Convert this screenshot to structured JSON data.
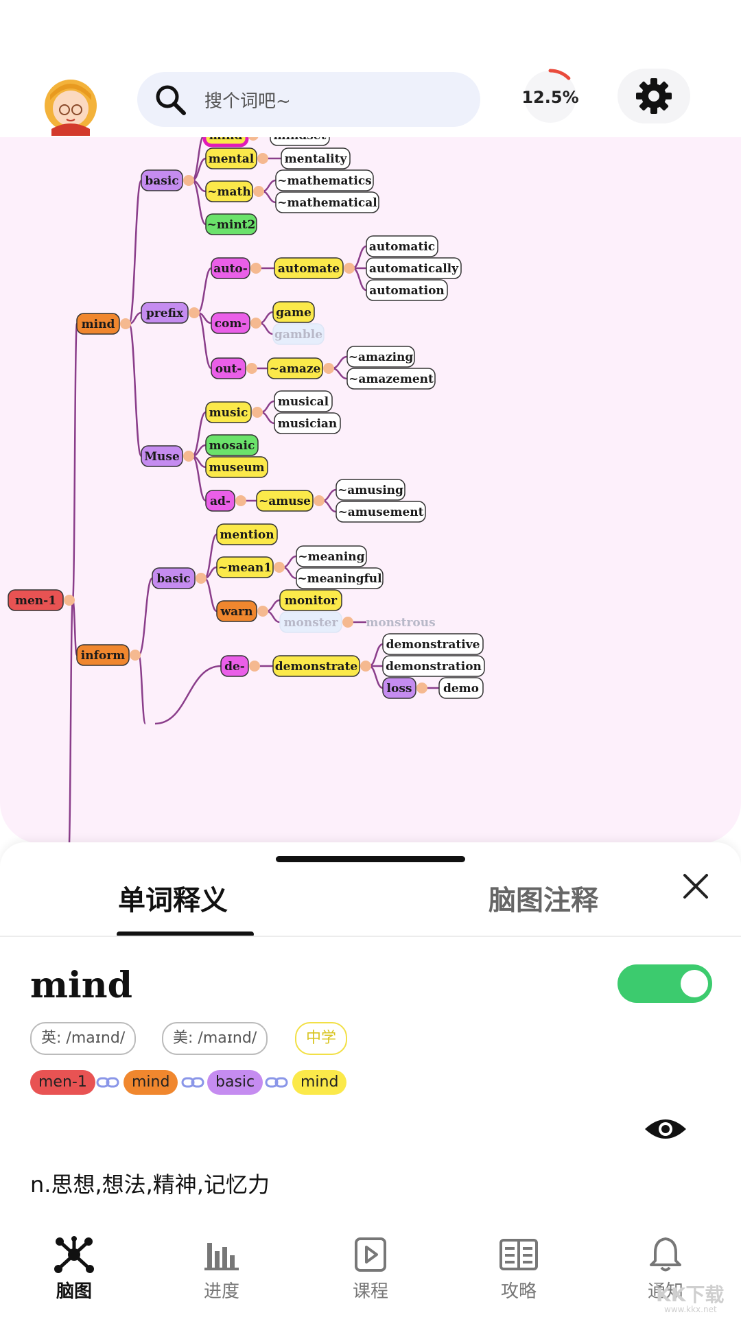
{
  "header": {
    "search_placeholder": "搜个词吧~",
    "progress_text": "12.5%",
    "progress_value": 0.125
  },
  "mindmap": {
    "node_colors": {
      "red": "#e85353",
      "orange": "#f0872e",
      "purple": "#c58cf0",
      "magenta": "#ea5fe8",
      "yellow": "#fbe94a",
      "green": "#6be26b",
      "white": "#ffffff",
      "faded": "#e6eefc"
    },
    "highlight_color": "#c0392b",
    "edge_color": "#8a3d8a",
    "nodes": [
      {
        "id": "men1",
        "text": "men-1",
        "color": "red"
      },
      {
        "id": "mind",
        "text": "mind",
        "color": "orange"
      },
      {
        "id": "inform",
        "text": "inform",
        "color": "orange"
      },
      {
        "id": "basic1",
        "text": "basic",
        "color": "purple"
      },
      {
        "id": "prefix",
        "text": "prefix",
        "color": "purple"
      },
      {
        "id": "muse",
        "text": "Muse",
        "color": "purple"
      },
      {
        "id": "basic2",
        "text": "basic",
        "color": "purple"
      },
      {
        "id": "mindleaf",
        "text": "mind",
        "color": "yellow",
        "selected": true
      },
      {
        "id": "mindset",
        "text": "mindset",
        "color": "white"
      },
      {
        "id": "mental",
        "text": "mental",
        "color": "yellow"
      },
      {
        "id": "mentality",
        "text": "mentality",
        "color": "white"
      },
      {
        "id": "math",
        "text": "~math",
        "color": "yellow"
      },
      {
        "id": "mathematics",
        "text": "~mathematics",
        "color": "white"
      },
      {
        "id": "mathematical",
        "text": "~mathematical",
        "color": "white"
      },
      {
        "id": "mint2",
        "text": "~mint2",
        "color": "green"
      },
      {
        "id": "auto",
        "text": "auto-",
        "color": "magenta"
      },
      {
        "id": "automate",
        "text": "automate",
        "color": "yellow"
      },
      {
        "id": "automatic",
        "text": "automatic",
        "color": "white"
      },
      {
        "id": "automatically",
        "text": "automatically",
        "color": "white"
      },
      {
        "id": "automation",
        "text": "automation",
        "color": "white"
      },
      {
        "id": "com",
        "text": "com-",
        "color": "magenta"
      },
      {
        "id": "game",
        "text": "game",
        "color": "yellow"
      },
      {
        "id": "gamble",
        "text": "gamble",
        "color": "faded"
      },
      {
        "id": "out",
        "text": "out-",
        "color": "magenta"
      },
      {
        "id": "amaze",
        "text": "~amaze",
        "color": "yellow"
      },
      {
        "id": "amazing",
        "text": "~amazing",
        "color": "white"
      },
      {
        "id": "amazement",
        "text": "~amazement",
        "color": "white"
      },
      {
        "id": "music",
        "text": "music",
        "color": "yellow"
      },
      {
        "id": "musical",
        "text": "musical",
        "color": "white"
      },
      {
        "id": "musician",
        "text": "musician",
        "color": "white"
      },
      {
        "id": "mosaic",
        "text": "mosaic",
        "color": "green"
      },
      {
        "id": "museum",
        "text": "museum",
        "color": "yellow"
      },
      {
        "id": "ad",
        "text": "ad-",
        "color": "magenta"
      },
      {
        "id": "amuse",
        "text": "~amuse",
        "color": "yellow"
      },
      {
        "id": "amusing",
        "text": "~amusing",
        "color": "white"
      },
      {
        "id": "amusement",
        "text": "~amusement",
        "color": "white"
      },
      {
        "id": "mention",
        "text": "mention",
        "color": "yellow"
      },
      {
        "id": "mean1",
        "text": "~mean1",
        "color": "yellow"
      },
      {
        "id": "meaning",
        "text": "~meaning",
        "color": "white"
      },
      {
        "id": "meaningful",
        "text": "~meaningful",
        "color": "white"
      },
      {
        "id": "warn",
        "text": "warn",
        "color": "orange"
      },
      {
        "id": "monitor",
        "text": "monitor",
        "color": "yellow"
      },
      {
        "id": "monster",
        "text": "monster",
        "color": "faded"
      },
      {
        "id": "monstrous",
        "text": "monstrous",
        "color": "none"
      },
      {
        "id": "de",
        "text": "de-",
        "color": "magenta"
      },
      {
        "id": "demonstrate",
        "text": "demonstrate",
        "color": "yellow"
      },
      {
        "id": "demonstrative",
        "text": "demonstrative",
        "color": "white"
      },
      {
        "id": "demonstration",
        "text": "demonstration",
        "color": "white"
      },
      {
        "id": "loss",
        "text": "loss",
        "color": "purple"
      },
      {
        "id": "demo",
        "text": "demo",
        "color": "white"
      }
    ]
  },
  "sheet": {
    "tabs": [
      "单词释义",
      "脑图注释"
    ],
    "active_tab": 0,
    "word": "mind",
    "toggle_on": true,
    "toggle_color": "#3ccb6e",
    "pron_uk": "英: /maɪnd/",
    "pron_us": "美: /maɪnd/",
    "level": "中学",
    "breadcrumb": [
      {
        "text": "men-1",
        "color": "#e85353"
      },
      {
        "text": "mind",
        "color": "#f0872e"
      },
      {
        "text": "basic",
        "color": "#c58cf0"
      },
      {
        "text": "mind",
        "color": "#fbe94a"
      }
    ],
    "meaning": "n.思想,想法,精神,记忆力"
  },
  "nav": [
    {
      "label": "脑图",
      "icon": "mindmap-icon",
      "active": true
    },
    {
      "label": "进度",
      "icon": "bar-chart-icon",
      "active": false
    },
    {
      "label": "课程",
      "icon": "play-course-icon",
      "active": false
    },
    {
      "label": "攻略",
      "icon": "book-icon",
      "active": false
    },
    {
      "label": "通知",
      "icon": "bell-icon",
      "active": false
    }
  ],
  "watermark": {
    "main": "KK下载",
    "sub": "www.kkx.net"
  }
}
